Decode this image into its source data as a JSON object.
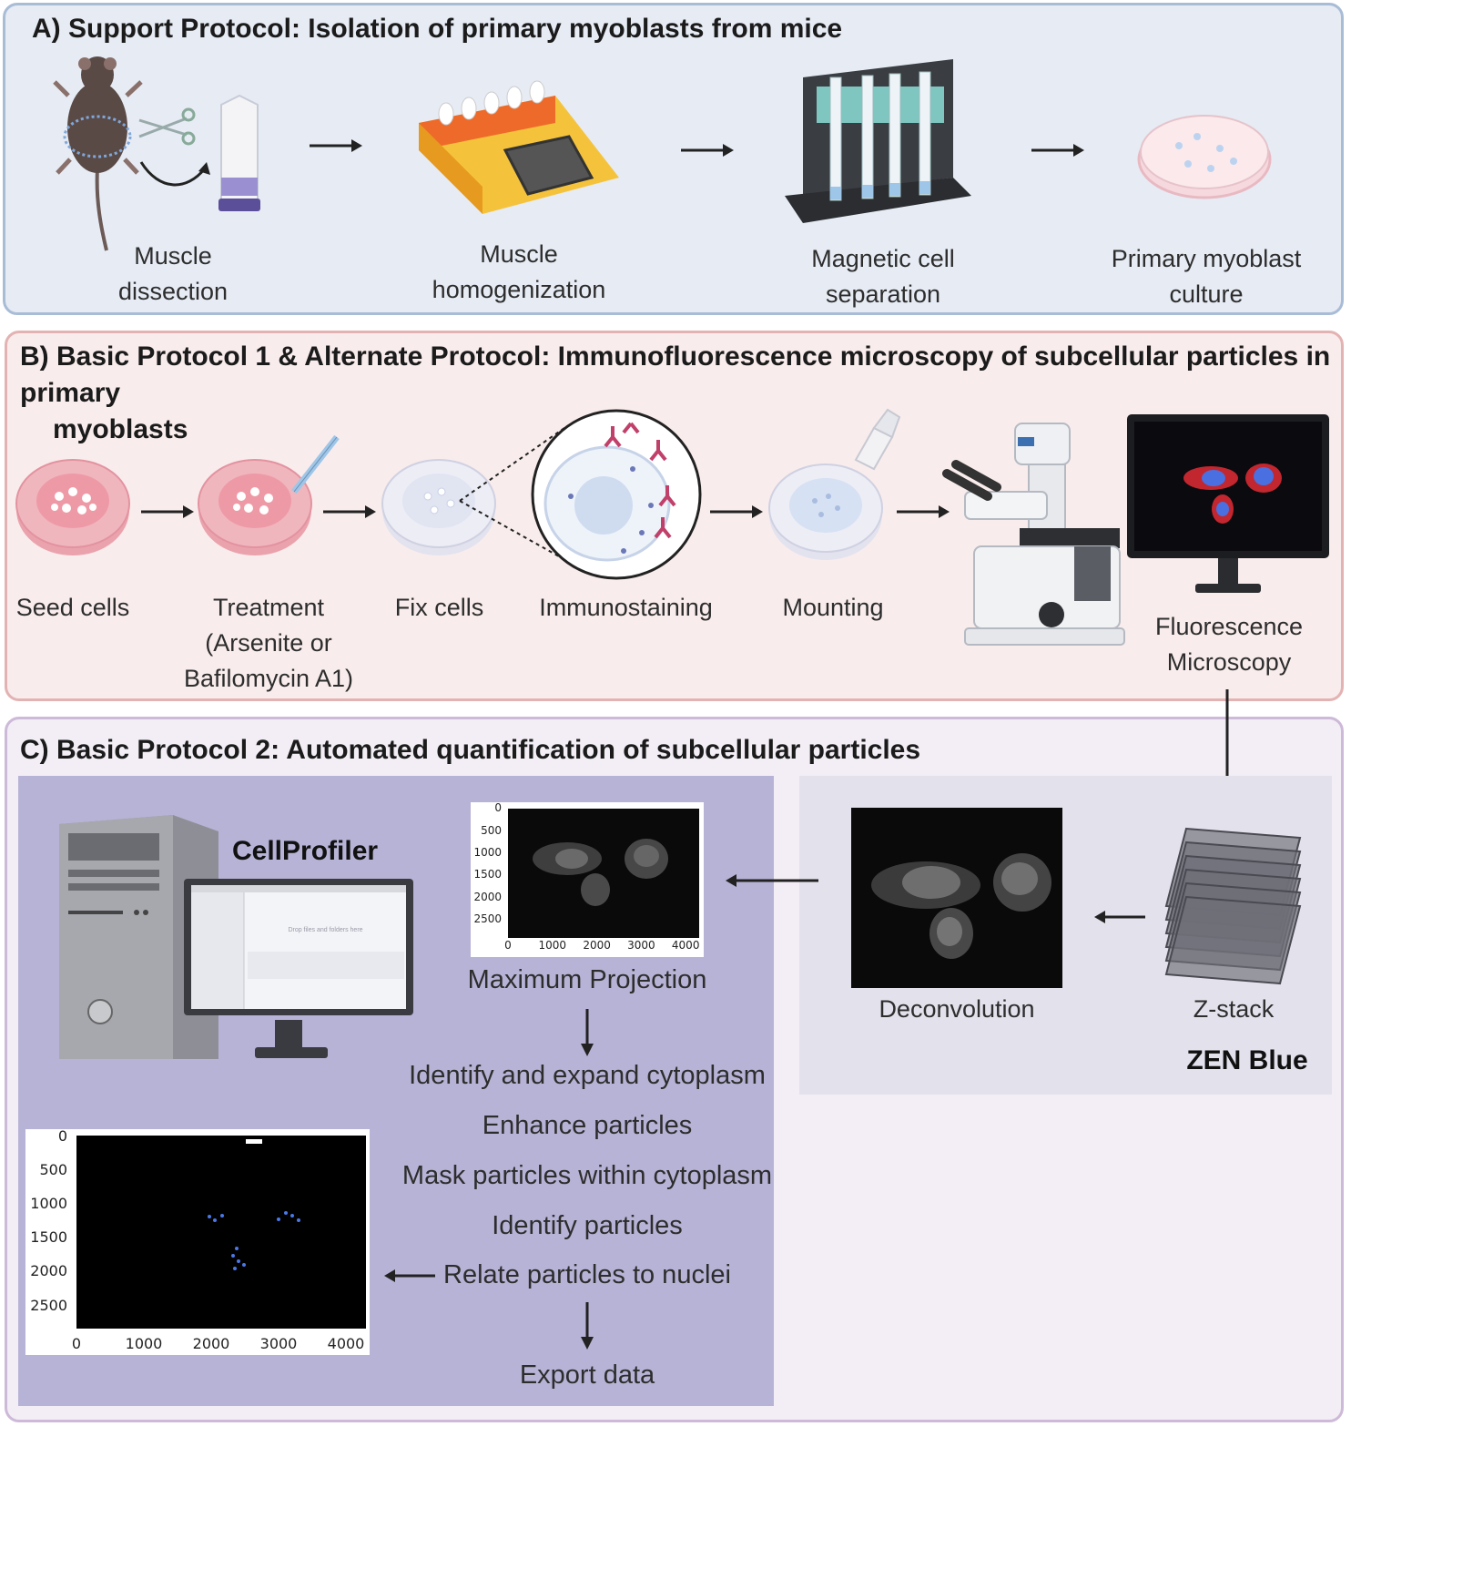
{
  "panel_a": {
    "title": "A) Support Protocol: Isolation of primary myoblasts from mice",
    "steps": [
      "Muscle\ndissection",
      "Muscle\nhomogenization",
      "Magnetic cell\nseparation",
      "Primary myoblast\nculture"
    ]
  },
  "panel_b": {
    "title_line1": "B)  Basic  Protocol 1 &  Alternate Protocol: Immunofluorescence microscopy of subcellular particles in primary",
    "title_line2": "myoblasts",
    "steps": [
      "Seed cells",
      "Treatment\n(Arsenite or\nBafilomycin A1)",
      "Fix cells",
      "Immunostaining",
      "Mounting",
      "Fluorescence\nMicroscopy"
    ]
  },
  "panel_c": {
    "title": "C) Basic Protocol 2: Automated quantification of subcellular particles",
    "software": "CellProfiler",
    "zen": "ZEN Blue",
    "deconvolution": "Deconvolution",
    "zstack": "Z-stack",
    "max_projection": "Maximum Projection",
    "pipeline": [
      "Identify and expand cytoplasm",
      "Enhance particles",
      "Mask particles within cytoplasm",
      "Identify particles",
      "Relate particles to nuclei"
    ],
    "export": "Export data",
    "cellprofiler_window": {
      "drop_text": "Drop files and folders here"
    },
    "plot_top": {
      "y_ticks": [
        "0",
        "500",
        "1000",
        "1500",
        "2000",
        "2500"
      ],
      "x_ticks": [
        "0",
        "1000",
        "2000",
        "3000",
        "4000"
      ]
    },
    "plot_bottom": {
      "y_ticks": [
        "0",
        "500",
        "1000",
        "1500",
        "2000",
        "2500"
      ],
      "x_ticks": [
        "0",
        "1000",
        "2000",
        "3000",
        "4000"
      ]
    }
  },
  "colors": {
    "panel_a_bg": "#e6ebf4",
    "panel_a_border": "#a9bcd6",
    "panel_b_bg": "#f9ecec",
    "panel_b_border": "#e3b3b3",
    "panel_c_bg": "#f3eef5",
    "panel_c_border": "#cdb9d8",
    "cellprofiler_bg": "#b7b3d6",
    "zen_bg": "#e3e1ec"
  }
}
